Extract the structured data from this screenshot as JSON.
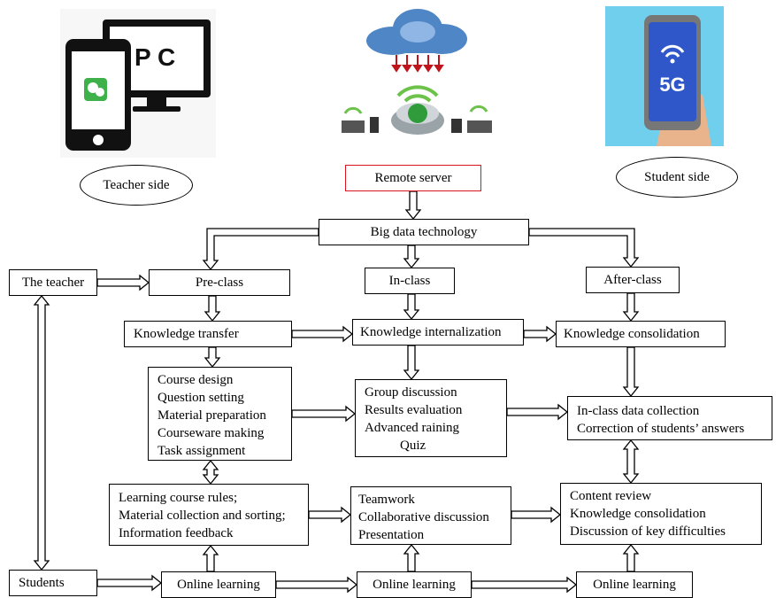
{
  "sides": {
    "teacher": "Teacher side",
    "student": "Student side"
  },
  "devices": {
    "pc_label": "P C",
    "phone_label": "5G"
  },
  "server": "Remote  server",
  "big_data": "Big  data technology",
  "stages": {
    "pre": "Pre-class",
    "in": "In-class",
    "after": "After-class"
  },
  "actors": {
    "teacher": "The teacher",
    "students": "Students"
  },
  "knowledge": {
    "transfer": "Knowledge transfer",
    "internalization": "Knowledge internalization",
    "consolidation": "Knowledge consolidation"
  },
  "pre_tasks": [
    "Course design",
    "Question setting",
    "Material preparation",
    "Courseware making",
    "Task assignment"
  ],
  "in_tasks": [
    "Group discussion",
    "Results evaluation",
    "Advanced raining",
    "Quiz"
  ],
  "after_tasks": [
    "In-class data collection",
    "Correction of students’  answers"
  ],
  "pre_student": [
    "Learning course rules;",
    "Material collection and sorting;",
    "Information feedback"
  ],
  "in_student": [
    "Teamwork",
    "Collaborative discussion",
    "Presentation"
  ],
  "after_student": [
    "Content review",
    "Knowledge consolidation",
    "Discussion of key difficulties"
  ],
  "online": [
    "Online learning",
    "Online learning",
    "Online learning"
  ],
  "colors": {
    "server_border": "#d9141e",
    "cloud": "#4f86c6",
    "arrow_red": "#c0141c",
    "wechat_green": "#3fb14a",
    "phone_blue": "#2f57c9"
  }
}
